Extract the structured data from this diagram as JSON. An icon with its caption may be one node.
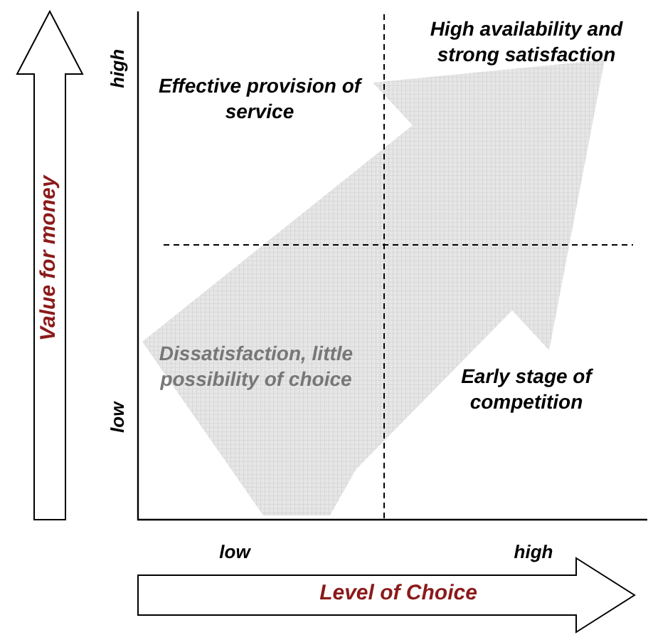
{
  "diagram": {
    "labels": [
      "Value for money",
      "high",
      "Effective provision of service",
      "High availability and strong satisfaction",
      "Dissatisfaction, little possibility of choice",
      "low",
      "Early stage of competition",
      "low",
      "high",
      "Level of Choice"
    ]
  }
}
